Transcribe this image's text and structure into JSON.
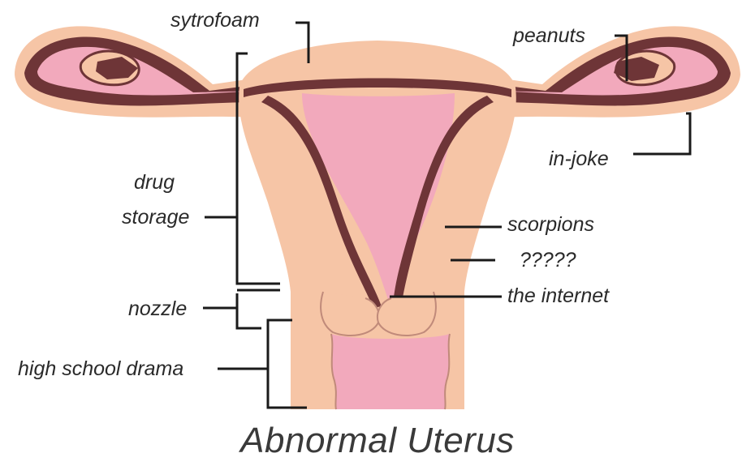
{
  "title": "Abnormal Uterus",
  "labels": {
    "sytrofoam": "sytrofoam",
    "peanuts": "peanuts",
    "drug_line1": "drug",
    "drug_line2": "storage",
    "in_joke": "in-joke",
    "scorpions": "scorpions",
    "question_marks": "?????",
    "the_internet": "the internet",
    "nozzle": "nozzle",
    "high_school_drama": "high school drama"
  },
  "colors": {
    "skin": "#f6c5a6",
    "pink": "#f2a9bc",
    "dark_brown": "#6e3537",
    "leader_line": "#1a1a1a",
    "text": "#2a2a2a"
  }
}
